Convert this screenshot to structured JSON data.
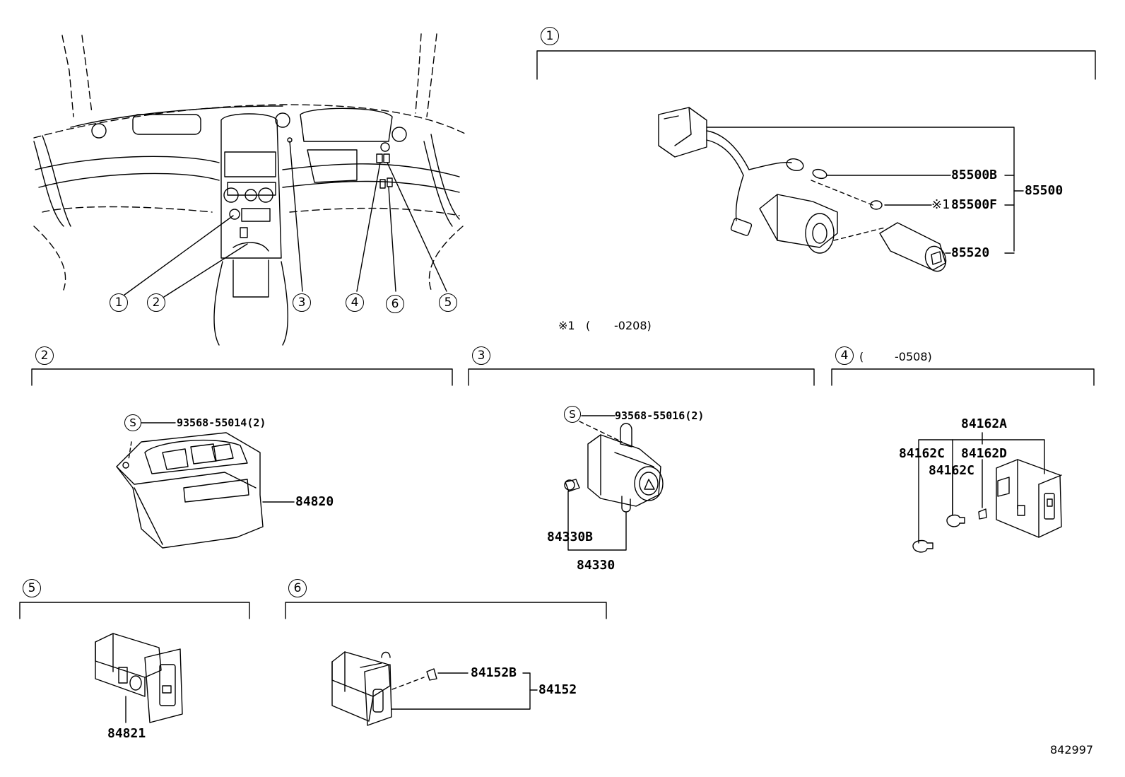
{
  "overview": {
    "callouts": [
      "1",
      "2",
      "3",
      "4",
      "6",
      "5"
    ]
  },
  "sections": {
    "s1": {
      "marker": "1",
      "parts": {
        "p85500": "85500",
        "p85500B": "85500B",
        "p85500F_prefix": "※1",
        "p85500F": "85500F",
        "p85520": "85520"
      },
      "note_mark": "※1",
      "note_open": "(",
      "note_range": "-0208)"
    },
    "s2": {
      "marker": "2",
      "screw": "S",
      "parts": {
        "screw_part": "93568-55014(2)",
        "p84820": "84820"
      }
    },
    "s3": {
      "marker": "3",
      "screw": "S",
      "parts": {
        "screw_part": "93568-55016(2)",
        "p84330B": "84330B",
        "p84330": "84330"
      }
    },
    "s4": {
      "marker": "4",
      "range_open": "(",
      "range": "-0508)",
      "parts": {
        "p84162A": "84162A",
        "p84162C_a": "84162C",
        "p84162D": "84162D",
        "p84162C_b": "84162C"
      }
    },
    "s5": {
      "marker": "5",
      "parts": {
        "p84821": "84821"
      }
    },
    "s6": {
      "marker": "6",
      "parts": {
        "p84152B": "84152B",
        "p84152": "84152"
      }
    }
  },
  "drawing_id": "842997"
}
